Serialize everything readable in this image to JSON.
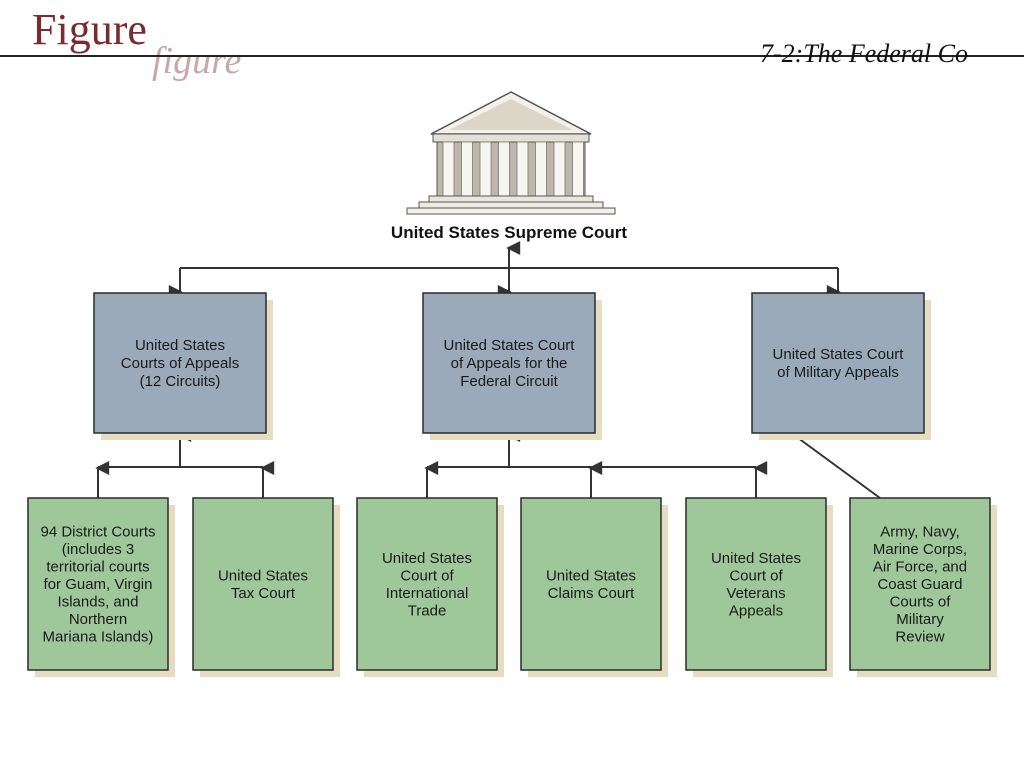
{
  "header": {
    "logo_main": "Figure",
    "logo_echo": "figure",
    "title": "7-2:The Federal Co"
  },
  "colors": {
    "appellate_box": "#9aaabb",
    "trial_box": "#9ec89a",
    "shadow": "#e6dcc2",
    "line": "#333333",
    "logo": "#7b2a2f"
  },
  "diagram": {
    "supreme_court": {
      "label": "United States Supreme Court",
      "icon": "courthouse-icon"
    },
    "appellate_courts": [
      {
        "id": "appeals-12",
        "lines": [
          "United States",
          "Courts of Appeals",
          "(12 Circuits)"
        ]
      },
      {
        "id": "federal-circuit",
        "lines": [
          "United States Court",
          "of Appeals for the",
          "Federal Circuit"
        ]
      },
      {
        "id": "military-appeals",
        "lines": [
          "United States Court",
          "of Military Appeals"
        ]
      }
    ],
    "trial_courts": [
      {
        "id": "district",
        "parent": "appeals-12",
        "lines": [
          "94 District Courts",
          "(includes 3",
          "territorial courts",
          "for Guam, Virgin",
          "Islands, and",
          "Northern",
          "Mariana Islands)"
        ]
      },
      {
        "id": "tax",
        "parent": "appeals-12",
        "lines": [
          "United States",
          "Tax Court"
        ]
      },
      {
        "id": "intl-trade",
        "parent": "federal-circuit",
        "lines": [
          "United States",
          "Court of",
          "International",
          "Trade"
        ]
      },
      {
        "id": "claims",
        "parent": "federal-circuit",
        "lines": [
          "United States",
          "Claims Court"
        ]
      },
      {
        "id": "veterans",
        "parent": "federal-circuit",
        "lines": [
          "United States",
          "Court of",
          "Veterans",
          "Appeals"
        ]
      },
      {
        "id": "military-review",
        "parent": "military-appeals",
        "lines": [
          "Army, Navy,",
          "Marine Corps,",
          "Air Force, and",
          "Coast Guard",
          "Courts of",
          "Military",
          "Review"
        ]
      }
    ]
  }
}
